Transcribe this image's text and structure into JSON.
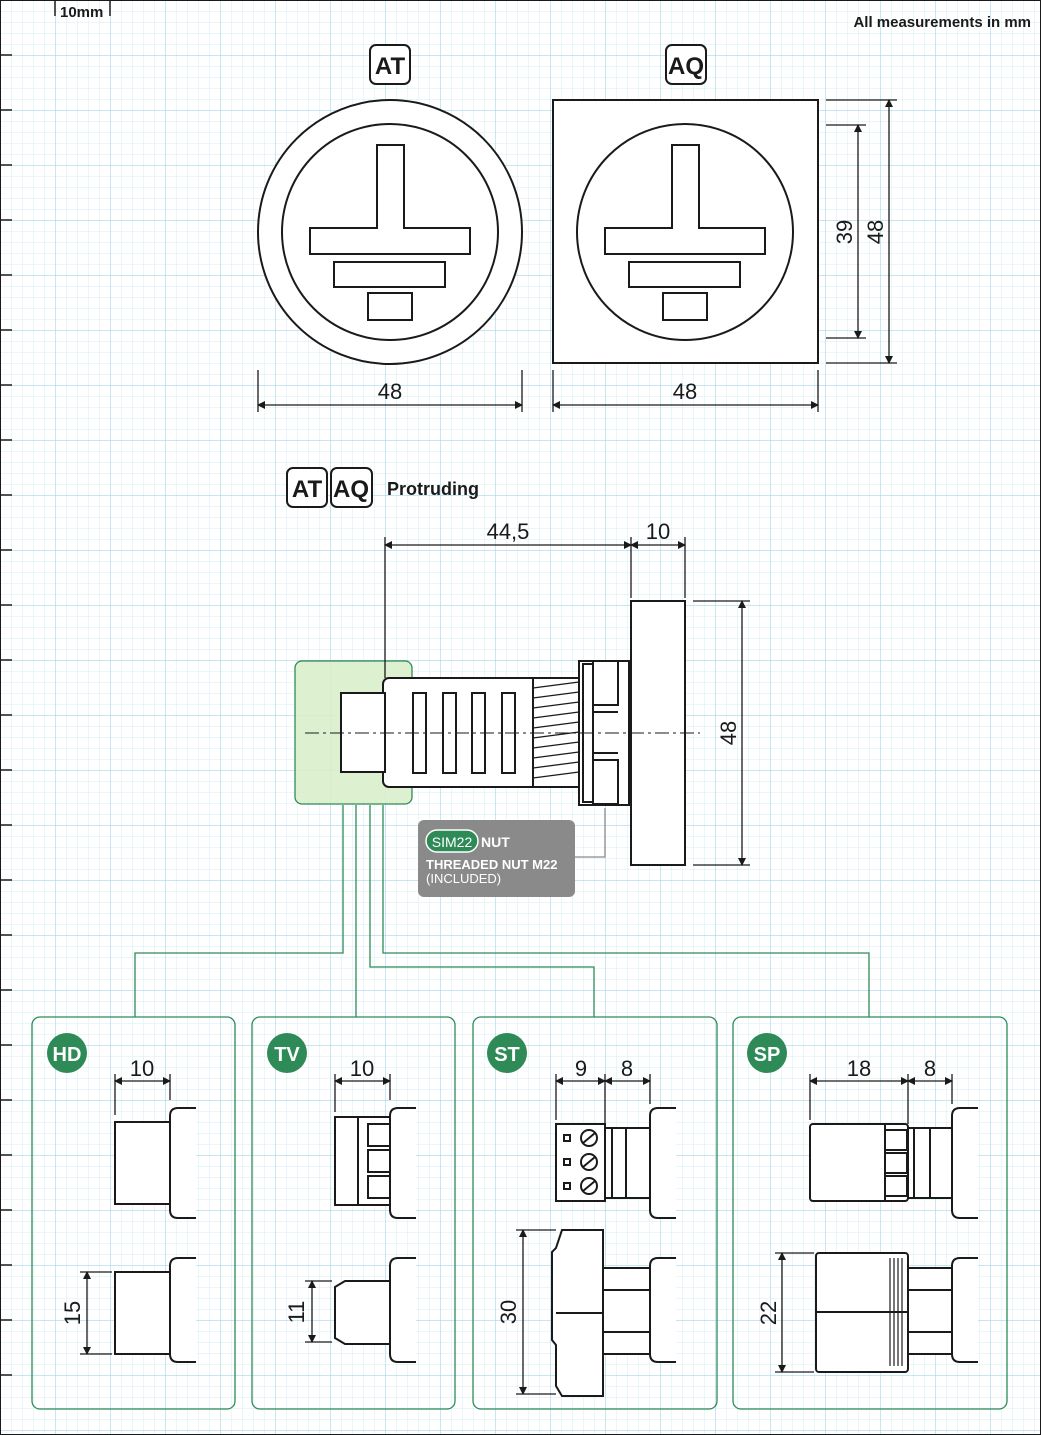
{
  "header": {
    "scale_label": "10mm",
    "units_note": "All measurements in mm"
  },
  "models": {
    "at": {
      "badge": "AT",
      "width_label": "48"
    },
    "aq": {
      "badge": "AQ",
      "width_label": "48",
      "inner_height_label": "39",
      "outer_height_label": "48"
    }
  },
  "side_view": {
    "badge_1": "AT",
    "badge_2": "AQ",
    "title": "Protruding",
    "length_label": "44,5",
    "bezel_label": "10",
    "height_label": "48"
  },
  "nut_tag": {
    "logo_left": "SIM22",
    "logo_right": "NUT",
    "line1": "THREADED NUT M22",
    "line2": "(INCLUDED)"
  },
  "variants": [
    {
      "code": "HD",
      "dims": [
        "10"
      ],
      "side_dim": "15"
    },
    {
      "code": "TV",
      "dims": [
        "10"
      ],
      "side_dim": "11"
    },
    {
      "code": "ST",
      "dims": [
        "9",
        "8"
      ],
      "side_dim": "30"
    },
    {
      "code": "SP",
      "dims": [
        "18",
        "8"
      ],
      "side_dim": "22"
    }
  ],
  "colors": {
    "grid_minor": "#d3ecf4",
    "grid_major": "#a6d5e6",
    "line": "#1a1a1a",
    "accent_green": "#2e8b57",
    "highlight_fill": "#d7efc9",
    "tag_bg": "#8a8a8a"
  }
}
